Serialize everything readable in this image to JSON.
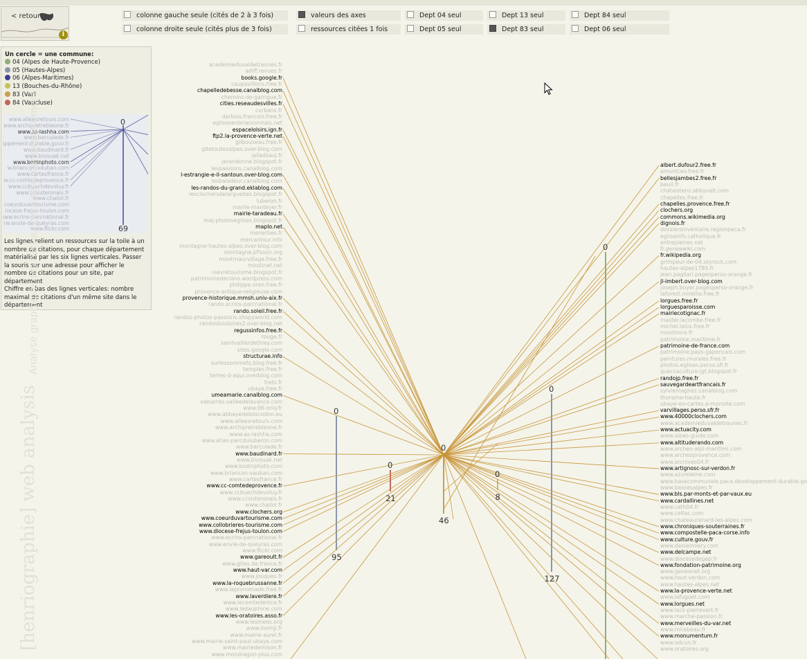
{
  "nav": {
    "back_label": "< retour",
    "info_label": "i"
  },
  "legend": {
    "title": "Un cercle = une commune:",
    "items": [
      {
        "label": "04 (Alpes de Haute-Provence)",
        "color": "#8fae7a"
      },
      {
        "label": "05 (Hautes-Alpes)",
        "color": "#8a96a8"
      },
      {
        "label": "06 (Alpes-Maritimes)",
        "color": "#3d3f8f"
      },
      {
        "label": "13 (Bouches-du-Rhône)",
        "color": "#c3c25a"
      },
      {
        "label": "83 (Var)",
        "color": "#c9a04c"
      },
      {
        "label": "84 (Vaucluse)",
        "color": "#c2665a"
      }
    ],
    "thumbnail": {
      "top_value": "0",
      "bottom_value": "69",
      "labels": [
        {
          "text": "www.alleesretours.com",
          "hl": false
        },
        {
          "text": "www.archipretrebleone.fr",
          "hl": false
        },
        {
          "text": "www.as-lashha.com",
          "hl": true
        },
        {
          "text": "www.barcuiade.fr",
          "hl": false
        },
        {
          "text": "oppement-durable.gouv.fr",
          "hl": false
        },
        {
          "text": "www.baudinard.fr",
          "hl": false
        },
        {
          "text": "www.bivouak.net",
          "hl": false
        },
        {
          "text": "www.bodinphoto.com",
          "hl": true
        },
        {
          "text": "w.briancon-vauban.com",
          "hl": false
        },
        {
          "text": "www.cartesfrance.fr",
          "hl": false
        },
        {
          "text": "w.cc-comtedeprovence.fr",
          "hl": false
        },
        {
          "text": "www.ccbuechdevoluy.fr",
          "hl": false
        },
        {
          "text": "www.ccsisteronais.fr",
          "hl": false
        },
        {
          "text": "www.chailol.fr",
          "hl": false
        },
        {
          "text": "coeurduvartourisme.com",
          "hl": false
        },
        {
          "text": "iocese-frejus-toulon.com",
          "hl": false
        },
        {
          "text": "www.ecrins-parcnational.fr",
          "hl": false
        },
        {
          "text": "rw.envie-de-queyras.com",
          "hl": false
        },
        {
          "text": "www.flickr.com",
          "hl": false
        }
      ]
    },
    "description_1": "Les lignes relient un ressources sur la toile à un nombre de citations, pour chaque département matérialisé par les six lignes verticales. Passer la souris sur une adresse pour afficher le nombre de citations pour un site, par département",
    "description_2": "Chiffre en bas des lignes verticales: nombre maximal de citations d'un même site dans le département"
  },
  "watermark": {
    "main": "[henriographie] web analysis",
    "sub": "Analyse graphique des ressources citées par département"
  },
  "filters": [
    {
      "label": "colonne gauche seule (cités de 2 à 3 fois)",
      "checked": false
    },
    {
      "label": "colonne droite seule (cités plus de 3 fois)",
      "checked": false
    },
    {
      "label": "valeurs des axes",
      "checked": true
    },
    {
      "label": "ressources citées 1 fois",
      "checked": false
    },
    {
      "label": "Dept 04 seul",
      "checked": false
    },
    {
      "label": "Dept 05 seul",
      "checked": false
    },
    {
      "label": "Dept 13 seul",
      "checked": false
    },
    {
      "label": "Dept 83 seul",
      "checked": true
    },
    {
      "label": "Dept 84 seul",
      "checked": false
    },
    {
      "label": "Dept 06 seul",
      "checked": false
    }
  ],
  "axes": [
    {
      "dept": "05",
      "top": "0",
      "bottom": "95",
      "color": "#8a96a8",
      "max": 95
    },
    {
      "dept": "84",
      "top": "0",
      "bottom": "21",
      "color": "#c2665a",
      "max": 21
    },
    {
      "dept": "83",
      "top": "0",
      "bottom": "46",
      "color": "#c9a04c",
      "max": 46
    },
    {
      "dept": "13",
      "top": "0",
      "bottom": "8",
      "color": "#c3c25a",
      "max": 8
    },
    {
      "dept": "06",
      "top": "0",
      "bottom": "127",
      "color": "#8a96a8",
      "max": 127
    },
    {
      "dept": "04",
      "top": "0",
      "bottom": "",
      "color": "#8fae7a",
      "max": null
    }
  ],
  "left_sites": [
    {
      "t": "academieduvaldetraunes.fr",
      "hl": false
    },
    {
      "t": "adiff.revues.fr",
      "hl": false
    },
    {
      "t": "books.google.fr",
      "hl": true
    },
    {
      "t": "caupavillons.free.fr",
      "hl": false
    },
    {
      "t": "chapelledebesse.canalblog.com",
      "hl": true
    },
    {
      "t": "chemins-de-garrigue.fr",
      "hl": false
    },
    {
      "t": "cities.reseaudesvilles.fr",
      "hl": true
    },
    {
      "t": "curbans.fr",
      "hl": false
    },
    {
      "t": "darbois.francois.free.fr",
      "hl": false
    },
    {
      "t": "eglisesenbrianconnais.net",
      "hl": false
    },
    {
      "t": "espacelolsirs.ign.fr",
      "hl": true
    },
    {
      "t": "ftp2.la-provence-verte.net",
      "hl": true
    },
    {
      "t": "gilbouseau.free.fr",
      "hl": false
    },
    {
      "t": "gitetoutesalpes.over-blog.com",
      "hl": false
    },
    {
      "t": "jalladsauj.fr",
      "hl": false
    },
    {
      "t": "jerandonne.blogspot.fr",
      "hl": false
    },
    {
      "t": "lespassions.canalblog.com",
      "hl": false
    },
    {
      "t": "l-estrangie-e-il-santoun.over-blog.com",
      "hl": true
    },
    {
      "t": "lesbaladeur.canalblog.com",
      "hl": false
    },
    {
      "t": "les-randos-du-grand.eklablog.com",
      "hl": true
    },
    {
      "t": "lesclochersdelarguebes.blogspot.fr",
      "hl": false
    },
    {
      "t": "luberon.fr",
      "hl": false
    },
    {
      "t": "mairie-manteyer.fr",
      "hl": false
    },
    {
      "t": "mairie-taradeau.fr",
      "hl": true
    },
    {
      "t": "maj-photosegilses.blogspot.fr",
      "hl": false
    },
    {
      "t": "maplo.net",
      "hl": true
    },
    {
      "t": "menerbes.fr",
      "hl": false
    },
    {
      "t": "mercantour.info",
      "hl": false
    },
    {
      "t": "montagne-hautes-alpes.over-blog.com",
      "hl": false
    },
    {
      "t": "montagne.pfisson.org",
      "hl": false
    },
    {
      "t": "montmaurvillage.free.fr",
      "hl": false
    },
    {
      "t": "moutinet.net",
      "hl": false
    },
    {
      "t": "nievretourisme.blogspot.fr",
      "hl": false
    },
    {
      "t": "patrimoinedeclans.wordpress.com",
      "hl": false
    },
    {
      "t": "philippe.oren.free.fr",
      "hl": false
    },
    {
      "t": "provence-antique-religieuse.com",
      "hl": false
    },
    {
      "t": "provence-historique.mmsh.univ-aix.fr",
      "hl": true
    },
    {
      "t": "rando.ecrins-parcnational.fr",
      "hl": false
    },
    {
      "t": "rando.soleil.free.fr",
      "hl": true
    },
    {
      "t": "randos-photos-passions.shopyworld.com",
      "hl": false
    },
    {
      "t": "randosbouloires2.over-blog.net",
      "hl": false
    },
    {
      "t": "regussinfos.free.fr",
      "hl": true
    },
    {
      "t": "rouge.fr",
      "hl": false
    },
    {
      "t": "saintvallierdethiey.com",
      "hl": false
    },
    {
      "t": "sites.google.com",
      "hl": false
    },
    {
      "t": "structurae.info",
      "hl": true
    },
    {
      "t": "surlessommets.blog.free.fr",
      "hl": false
    },
    {
      "t": "temples.free.fr",
      "hl": false
    },
    {
      "t": "terres-d-aqui.overblog.com",
      "hl": false
    },
    {
      "t": "trets.fr",
      "hl": false
    },
    {
      "t": "ubaye.free.fr",
      "hl": false
    },
    {
      "t": "umeamarie.canalblog.com",
      "hl": true
    },
    {
      "t": "valsarres.valleedelavance.com",
      "hl": false
    },
    {
      "t": "www.06-only.fr",
      "hl": false
    },
    {
      "t": "www.abbayedeboscodon.eu",
      "hl": false
    },
    {
      "t": "www.alleesretours.com",
      "hl": false
    },
    {
      "t": "www.archipretrebleone.fr",
      "hl": false
    },
    {
      "t": "www.as-lashha.com",
      "hl": false
    },
    {
      "t": "www.atlas-parcduluberon.com",
      "hl": false
    },
    {
      "t": "www.barcuiade.fr",
      "hl": false
    },
    {
      "t": "www.baudinard.fr",
      "hl": true
    },
    {
      "t": "www.bivouak.net",
      "hl": false
    },
    {
      "t": "www.bodinphoto.com",
      "hl": false
    },
    {
      "t": "www.briancon-vauban.com",
      "hl": false
    },
    {
      "t": "www.cartesfrance.fr",
      "hl": false
    },
    {
      "t": "www.cc-comtedeprovence.fr",
      "hl": true
    },
    {
      "t": "www.ccbuechdevoluy.fr",
      "hl": false
    },
    {
      "t": "www.ccsisteronais.fr",
      "hl": false
    },
    {
      "t": "www.chailol.fr",
      "hl": false
    },
    {
      "t": "www.clochers.org",
      "hl": true
    },
    {
      "t": "www.coeurduvartourisme.com",
      "hl": true
    },
    {
      "t": "www.collobrieres-tourisme.com",
      "hl": true
    },
    {
      "t": "www.diocese-frejus-toulon.com",
      "hl": true
    },
    {
      "t": "www.ecrins-parcnational.fr",
      "hl": false
    },
    {
      "t": "www.envie-de-queyras.com",
      "hl": false
    },
    {
      "t": "www.flickr.com",
      "hl": false
    },
    {
      "t": "www.gareoult.fr",
      "hl": true
    },
    {
      "t": "www.gites.de.france.fr",
      "hl": false
    },
    {
      "t": "www.haut-var.com",
      "hl": true
    },
    {
      "t": "www.jouques.fr",
      "hl": false
    },
    {
      "t": "www.la-roquebrussanne.fr",
      "hl": true
    },
    {
      "t": "www.lapromenade.free.fr",
      "hl": false
    },
    {
      "t": "www.laverdiere.fr",
      "hl": true
    },
    {
      "t": "www.lecomtedenice.fr",
      "hl": false
    },
    {
      "t": "www.ledauphine.com",
      "hl": false
    },
    {
      "t": "www.les-oratoires.asso.fr",
      "hl": true
    },
    {
      "t": "www.lesmees.org",
      "hl": false
    },
    {
      "t": "www.loomji.fr",
      "hl": false
    },
    {
      "t": "www.mairie-aurel.fr",
      "hl": false
    },
    {
      "t": "www.mairie-saint-paul-ubaye.com",
      "hl": false
    },
    {
      "t": "www.mairiedemison.fr",
      "hl": false
    },
    {
      "t": "www.mondragon-plus.com",
      "hl": false
    }
  ],
  "right_sites": [
    {
      "t": "albert.dufour2.free.fr",
      "hl": true
    },
    {
      "t": "amontcev.free.fr",
      "hl": false
    },
    {
      "t": "bellesjambes2.free.fr",
      "hl": true
    },
    {
      "t": "beuil.fr",
      "hl": false
    },
    {
      "t": "chatalstens.abbyvalt.com",
      "hl": false
    },
    {
      "t": "chapelles.free.fr",
      "hl": false
    },
    {
      "t": "chapelles.provence.free.fr",
      "hl": true
    },
    {
      "t": "clochers.org",
      "hl": true
    },
    {
      "t": "commons.wikimedia.org",
      "hl": true
    },
    {
      "t": "dignois.fr",
      "hl": true
    },
    {
      "t": "dossiersinventaire.regionpaca.fr",
      "hl": false
    },
    {
      "t": "egliseinfo.catholique.fr",
      "hl": false
    },
    {
      "t": "entrepierres.net",
      "hl": false
    },
    {
      "t": "fr.geneawiki.com",
      "hl": false
    },
    {
      "t": "fr.wikipedia.org",
      "hl": true
    },
    {
      "t": "grimpeur-de-04.skyrock.com",
      "hl": false
    },
    {
      "t": "hautes-alpes1789.fr",
      "hl": false
    },
    {
      "t": "jean.pagliari.pagesperso-orange.fr",
      "hl": false
    },
    {
      "t": "jl-imbert.over-blog.com",
      "hl": true
    },
    {
      "t": "joseph.boyer.pagesperso-orange.fr",
      "hl": false
    },
    {
      "t": "laforest.mireille.free.fr",
      "hl": false
    },
    {
      "t": "lorgues.free.fr",
      "hl": true
    },
    {
      "t": "lorguesparoisse.com",
      "hl": true
    },
    {
      "t": "mairiecotignac.fr",
      "hl": true
    },
    {
      "t": "master.lacombe.free.fr",
      "hl": false
    },
    {
      "t": "michel.lalos.free.fr",
      "hl": false
    },
    {
      "t": "montmice.fr",
      "hl": false
    },
    {
      "t": "patrimoine.maritime.fr",
      "hl": false
    },
    {
      "t": "patrimoine-de-france.com",
      "hl": true
    },
    {
      "t": "patrimoine.pays-gapencais.com",
      "hl": false
    },
    {
      "t": "peintures.murales.free.fr",
      "hl": false
    },
    {
      "t": "photos.eglises.perso.sfr.fr",
      "hl": false
    },
    {
      "t": "quecsaculture-jgt.blogspot.fr",
      "hl": false
    },
    {
      "t": "randojp.free.fr",
      "hl": true
    },
    {
      "t": "sauvegardeartfrancais.fr",
      "hl": true
    },
    {
      "t": "sylviemagnez.canalblog.com",
      "hl": false
    },
    {
      "t": "thorame-haute.fr",
      "hl": false
    },
    {
      "t": "ubaye-en-cartes.e-monsite.com",
      "hl": false
    },
    {
      "t": "varvillages.perso.sfr.fr",
      "hl": true
    },
    {
      "t": "www.40000clochers.com",
      "hl": true
    },
    {
      "t": "www.academieduvaldetraunes.fr",
      "hl": false
    },
    {
      "t": "www.actuacity.com",
      "hl": true
    },
    {
      "t": "www.alpes-guide.com",
      "hl": false
    },
    {
      "t": "www.altituderando.com",
      "hl": true
    },
    {
      "t": "www.archeo-alpi-maritimi.com",
      "hl": false
    },
    {
      "t": "www.archeoprovence.com",
      "hl": false
    },
    {
      "t": "www.archives04.fr",
      "hl": false
    },
    {
      "t": "www.artignosc-sur-verdon.fr",
      "hl": true
    },
    {
      "t": "www.azureleine.com",
      "hl": false
    },
    {
      "t": "www.basecommunale.paca.developpement-durable.gouv.fr",
      "hl": false
    },
    {
      "t": "www.bassesalpes.fr",
      "hl": false
    },
    {
      "t": "www.bls.par-monts-et-par-vaux.eu",
      "hl": true
    },
    {
      "t": "www.cardallines.net",
      "hl": true
    },
    {
      "t": "www.cath04.fr",
      "hl": false
    },
    {
      "t": "www.celtac.com",
      "hl": false
    },
    {
      "t": "www.chateaurenard-les-alpes.com",
      "hl": false
    },
    {
      "t": "www.chroniques-souterraines.fr",
      "hl": true
    },
    {
      "t": "www.compostelle-paca-corse.info",
      "hl": true
    },
    {
      "t": "www.culture.gouv.fr",
      "hl": true
    },
    {
      "t": "www.danielmiery.com",
      "hl": false
    },
    {
      "t": "www.delcampe.net",
      "hl": true
    },
    {
      "t": "www.diocesedegap.fr",
      "hl": false
    },
    {
      "t": "www.fondation-patrimoine.org",
      "hl": true
    },
    {
      "t": "www.geneanet.org",
      "hl": false
    },
    {
      "t": "www.haut-verdon.com",
      "hl": false
    },
    {
      "t": "www.hautes-alpes.net",
      "hl": false
    },
    {
      "t": "www.la-provence-verte.net",
      "hl": true
    },
    {
      "t": "www.lafuguet.com",
      "hl": false
    },
    {
      "t": "www.lorgues.net",
      "hl": true
    },
    {
      "t": "www.lacs-pierrevert.fr",
      "hl": false
    },
    {
      "t": "www.marche-passion.fr",
      "hl": false
    },
    {
      "t": "www.merveilles-du-var.net",
      "hl": true
    },
    {
      "t": "www.mirabeau.fr",
      "hl": false
    },
    {
      "t": "www.monumentum.fr",
      "hl": true
    },
    {
      "t": "www.odcun.fr",
      "hl": false
    },
    {
      "t": "www.oratoires.org",
      "hl": false
    }
  ]
}
